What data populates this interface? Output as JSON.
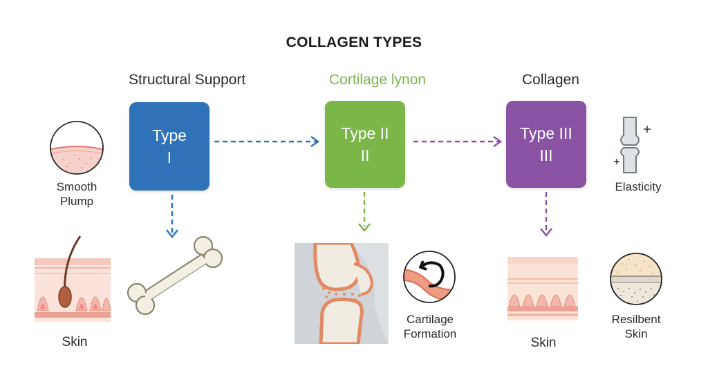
{
  "title": "COLLAGEN TYPES",
  "headings": {
    "type1": "Structural Support",
    "type2": "Cortilage lynon",
    "type3": "Collagen"
  },
  "boxes": {
    "type1": {
      "line1": "Type",
      "line2": "I"
    },
    "type2": {
      "line1": "Type II",
      "line2": "II"
    },
    "type3": {
      "line1": "Type III",
      "line2": "III"
    }
  },
  "captions": {
    "smooth_line1": "Smooth",
    "smooth_line2": "Plump",
    "skin_left": "Skin",
    "cartilage_line1": "Cartilage",
    "cartilage_line2": "Formation",
    "skin_right": "Skin",
    "elasticity": "Elasticity",
    "resilient_line1": "Resilbent",
    "resilient_line2": "Skin"
  },
  "colors": {
    "blue": "#2f72b7",
    "green": "#7ab648",
    "purple": "#8952a2"
  },
  "icons": {
    "smooth_skin": "skin-circle-icon",
    "hair_skin": "skin-layer-hair-icon",
    "bone": "bone-icon",
    "knee": "knee-joint-icon",
    "cycle": "cartilage-cycle-icon",
    "skin_layers": "skin-layer-icon",
    "joint": "joint-icon",
    "resilient": "resilient-skin-icon"
  }
}
